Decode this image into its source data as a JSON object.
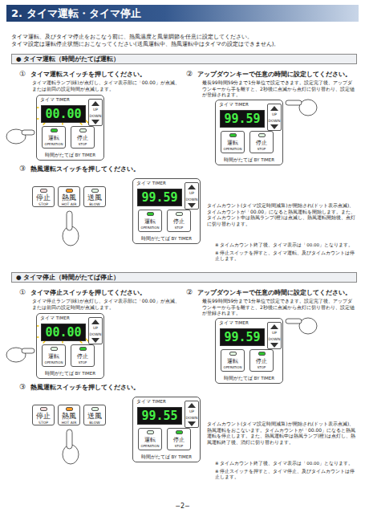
{
  "diagram": {
    "title": "2. タイマ運転・タイマ停止",
    "nodes": [
      {
        "text": [
          "● タイマ運転（時間がたてば運転）"
        ]
      },
      {
        "text": [
          "タイマ TIMER",
          "時間がたてば BY TIMER"
        ]
      },
      {
        "text": [
          "00.00"
        ],
        "in": 1
      },
      {
        "text": [
          "UP",
          "DOWN"
        ],
        "in": 1
      },
      {
        "text": [
          "運転",
          "OPERATION"
        ],
        "in": 1
      },
      {
        "text": [
          "停止",
          "STOP"
        ],
        "in": 1
      },
      {
        "text": [
          "タイマ TIMER",
          "時間がたてば BY TIMER"
        ]
      },
      {
        "text": [
          "99.59"
        ],
        "in": 6
      },
      {
        "text": [
          "UP",
          "DOWN"
        ],
        "in": 6
      },
      {
        "text": [
          "運転",
          "OPERATION"
        ],
        "in": 6
      },
      {
        "text": [
          "停止",
          "STOP"
        ],
        "in": 6
      },
      {
        "text": [
          "停止",
          "STOP"
        ]
      },
      {
        "text": [
          "熱風",
          "HOT AIR"
        ]
      },
      {
        "text": [
          "送風",
          "BLOW"
        ]
      },
      {
        "text": [
          "タイマ TIMER",
          "時間がたてば BY TIMER"
        ]
      },
      {
        "text": [
          "99.59"
        ],
        "in": 14
      },
      {
        "text": [
          "UP",
          "DOWN"
        ],
        "in": 14
      },
      {
        "text": [
          "運転",
          "OPERATION"
        ],
        "in": 14
      },
      {
        "text": [
          "停止",
          "STOP"
        ],
        "in": 14
      },
      {
        "text": [
          "● タイマ停止（時間がたてば停止）"
        ]
      },
      {
        "text": [
          "タイマ TIMER",
          "時間がたてば BY TIMER"
        ]
      },
      {
        "text": [
          "00.00"
        ],
        "in": 20
      },
      {
        "text": [
          "UP",
          "DOWN"
        ],
        "in": 20
      },
      {
        "text": [
          "運転",
          "OPERATION"
        ],
        "in": 20
      },
      {
        "text": [
          "停止",
          "STOP"
        ],
        "in": 20
      },
      {
        "text": [
          "タイマ TIMER",
          "時間がたてば BY TIMER"
        ]
      },
      {
        "text": [
          "99.59"
        ],
        "in": 25
      },
      {
        "text": [
          "UP",
          "DOWN"
        ],
        "in": 25
      },
      {
        "text": [
          "運転",
          "OPERATION"
        ],
        "in": 25
      },
      {
        "text": [
          "停止",
          "STOP"
        ],
        "in": 25
      },
      {
        "text": [
          "停止",
          "STOP"
        ]
      },
      {
        "text": [
          "熱風",
          "HOT AIR"
        ]
      },
      {
        "text": [
          "送風",
          "BLOW"
        ]
      },
      {
        "text": [
          "タイマ TIMER",
          "時間がたてば BY TIMER"
        ]
      },
      {
        "text": [
          "99.55"
        ],
        "in": 33
      },
      {
        "text": [
          "UP",
          "DOWN"
        ],
        "in": 33
      },
      {
        "text": [
          "運転",
          "OPERATION"
        ],
        "in": 33
      },
      {
        "text": [
          "停止",
          "STOP"
        ],
        "in": 33
      }
    ],
    "labels": [
      "タイマ運転、及びタイマ停止をおこなう前に、熱風温度と風量調節を任意に設定してください。",
      "タイマ設定は運転停止状態におこなってください(送風運転中、熱風運転中はタイマの設定はできません)。",
      "①",
      "タイマ運転スイッチを押してください。",
      "タイマ運転ランプ(緑)が点灯し、タイマ表示部に「00.00」が点滅、または前回の設定時間が点滅します。",
      "②",
      "アップダウンキーで任意の時間に設定してください。",
      "最長99時間59分まで1分単位で設定できます。設定完了後、アップダウンキーから手を離すと、2秒後に点滅から点灯に切り替わり、設定値が登録されます。",
      "③",
      "熱風運転スイッチを押してください。",
      "タイムカウント(タイマ設定時間減算)が開始され(ドット表示点滅)、タイムカウントが「00.00」になると熱風運転を開始します。また、タイムカウント中は熱風ランプ(橙)は点滅し、熱風運転開始後、点灯に切り替わります。",
      "※ タイムカウント終了後、タイマ表示は「00.00」となります。",
      "※ 停止スイッチを押すと、タイマ運転、及びタイムカウントは停止します。",
      "①",
      "タイマ停止スイッチを押してください。",
      "タイマ停止ランプ(緑)が点灯し、タイマ表示部に「00.00」が点滅、または前回の設定時間が点滅します。",
      "②",
      "アップダウンキーで任意の時間に設定してください。",
      "最長99時間59分まで1分単位で設定できます。設定完了後、アップダウンキーから手を離すと、2秒後に点滅から点灯に切り替わり、設定値が登録されます。",
      "③",
      "熱風運転スイッチを押してください。",
      "タイムカウント(タイマ設定時間減算)が開始され(ドット表示点滅)、熱風運転をおこないます。タイムカウントが「00.00」になると熱風運転を停止します。また、熱風運転中は熱風ランプ(橙)は点灯し、熱風運転終了後、消灯に切り替わります。",
      "※ タイムカウント終了後、タイマ表示は「00.00」となります。",
      "※ 停止スイッチを押すと、タイマ停止、及びタイムカウントは停止します。",
      "−2−"
    ]
  }
}
